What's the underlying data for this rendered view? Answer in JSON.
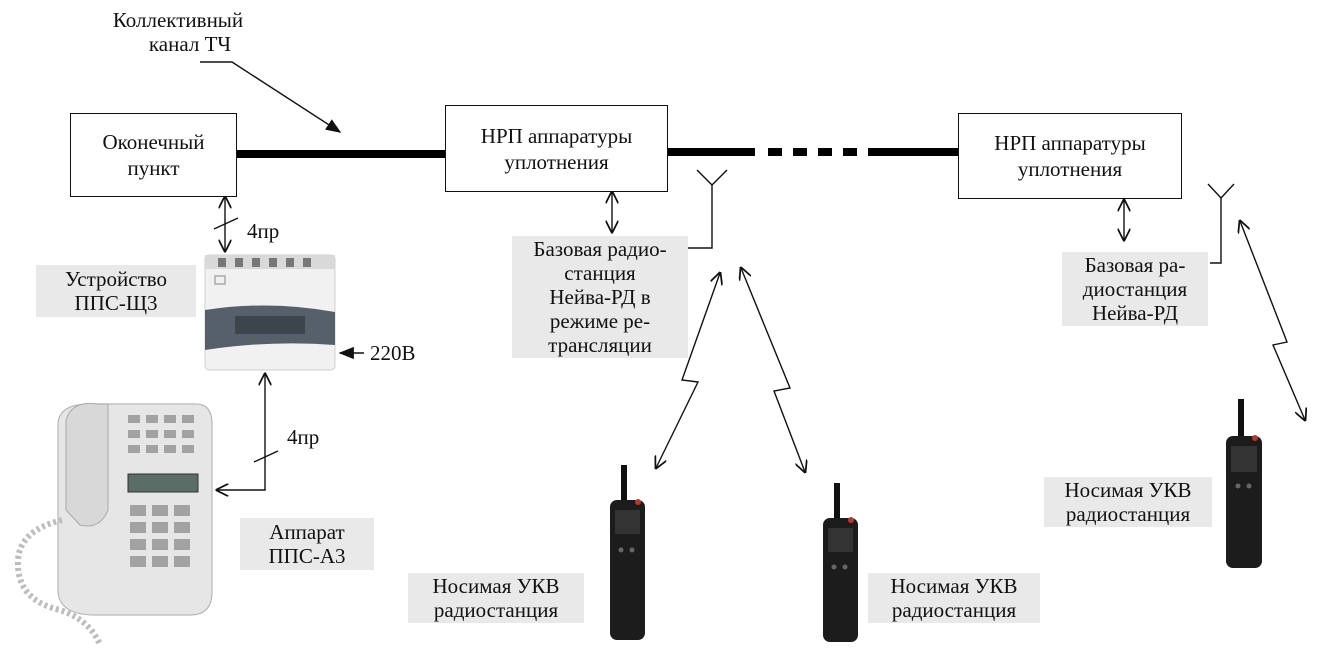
{
  "trunk_label": [
    "Коллективный",
    "канал ТЧ"
  ],
  "terminal": [
    "Оконечный",
    "пункт"
  ],
  "nrp1": [
    "НРП аппаратуры",
    "уплотнения"
  ],
  "nrp2": [
    "НРП аппаратуры",
    "уплотнения"
  ],
  "ppsh3_label": [
    "Устройство",
    "ППС-Щ3"
  ],
  "ppsa3_label": [
    "Аппарат",
    "ППС-А3"
  ],
  "link_top": "4пр",
  "link_bottom": "4пр",
  "power": "220В",
  "base1": [
    "Базовая радио-",
    "станция",
    "Нейва-РД в",
    "режиме ре-",
    "трансляции"
  ],
  "base2": [
    "Базовая ра-",
    "диостанция",
    "Нейва-РД"
  ],
  "portable_left": [
    "Носимая УКВ",
    "радиостанция"
  ],
  "portable_mid": [
    "Носимая УКВ",
    "радиостанция"
  ],
  "portable_right": [
    "Носимая УКВ",
    "радиостанция"
  ]
}
